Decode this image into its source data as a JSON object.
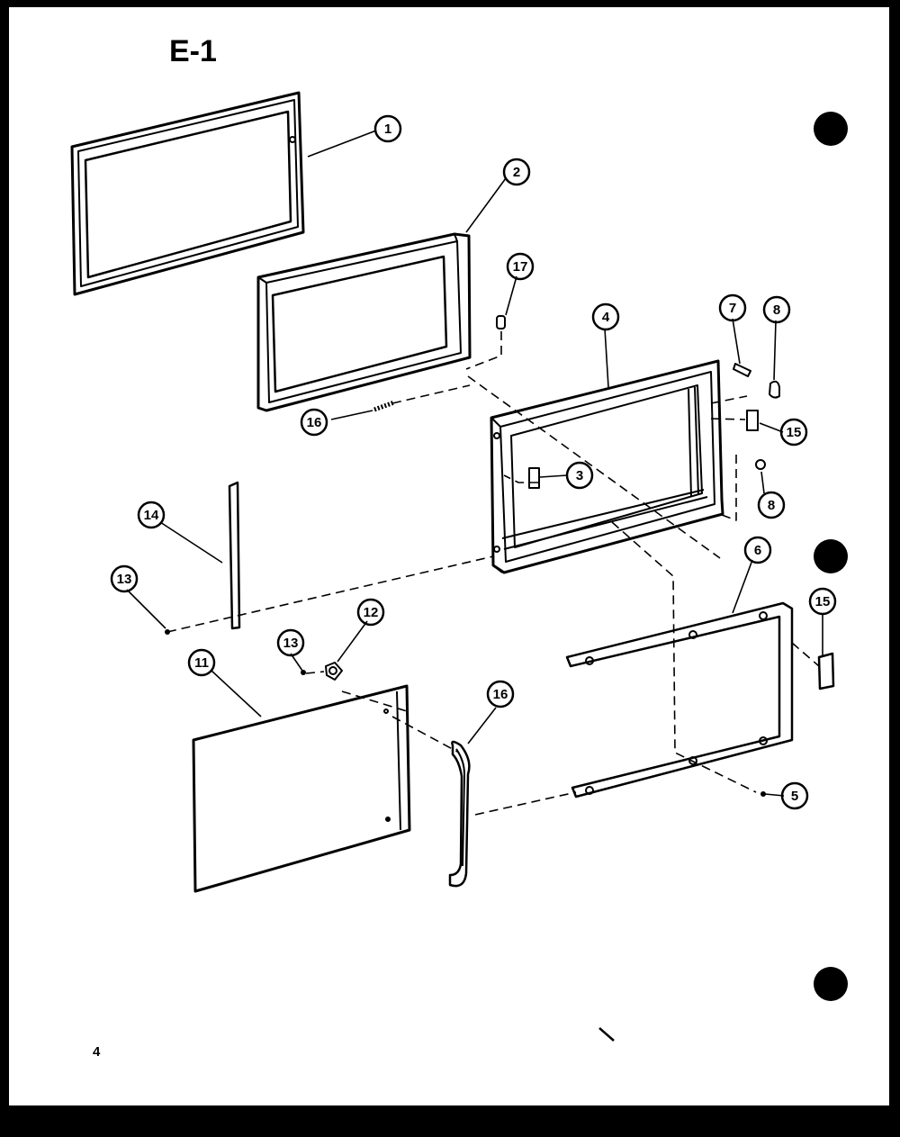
{
  "title": "E-1",
  "page_number": "4",
  "callouts": [
    {
      "id": "c1",
      "text": "1"
    },
    {
      "id": "c2",
      "text": "2"
    },
    {
      "id": "c17",
      "text": "17"
    },
    {
      "id": "c4",
      "text": "4"
    },
    {
      "id": "c7",
      "text": "7"
    },
    {
      "id": "c8a",
      "text": "8"
    },
    {
      "id": "c15a",
      "text": "15"
    },
    {
      "id": "c16a",
      "text": "16"
    },
    {
      "id": "c3",
      "text": "3"
    },
    {
      "id": "c8b",
      "text": "8"
    },
    {
      "id": "c14",
      "text": "14"
    },
    {
      "id": "c13a",
      "text": "13"
    },
    {
      "id": "c6",
      "text": "6"
    },
    {
      "id": "c15b",
      "text": "15"
    },
    {
      "id": "c12",
      "text": "12"
    },
    {
      "id": "c13b",
      "text": "13"
    },
    {
      "id": "c11",
      "text": "11"
    },
    {
      "id": "c16b",
      "text": "16"
    },
    {
      "id": "c5",
      "text": "5"
    }
  ],
  "colors": {
    "ink": "#000000",
    "paper": "#ffffff",
    "frame": "#000000"
  }
}
